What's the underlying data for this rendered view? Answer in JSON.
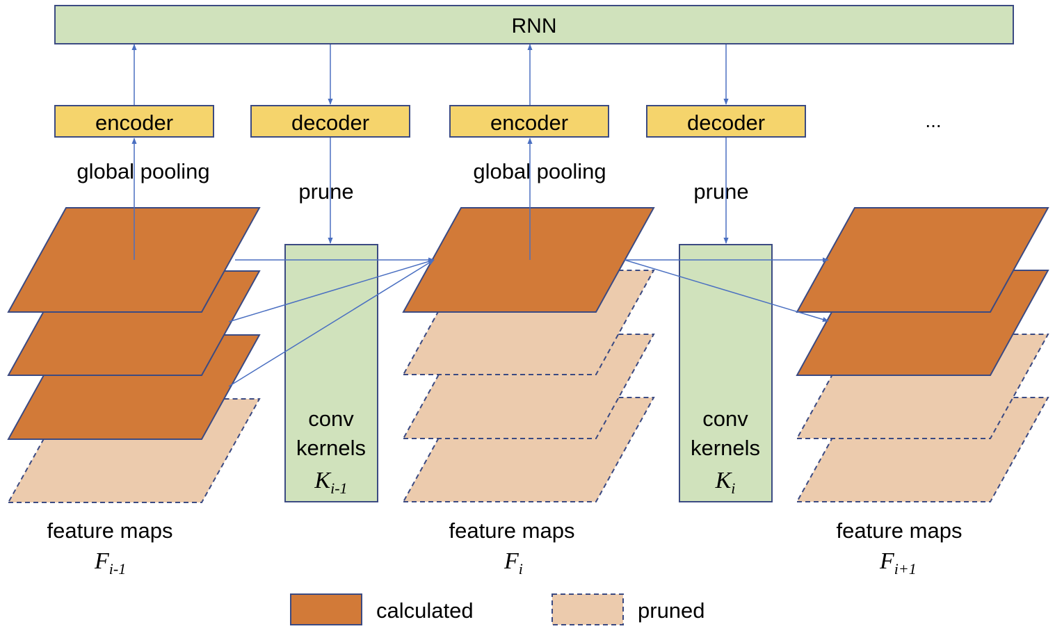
{
  "rnn": {
    "label": "RNN"
  },
  "encoders": [
    {
      "label": "encoder"
    },
    {
      "label": "encoder"
    }
  ],
  "decoders": [
    {
      "label": "decoder"
    },
    {
      "label": "decoder"
    }
  ],
  "ellipsis": "...",
  "op_labels": {
    "global_pooling_1": "global pooling",
    "global_pooling_2": "global pooling",
    "prune_1": "prune",
    "prune_2": "prune"
  },
  "kernels": [
    {
      "line1": "conv",
      "line2": "kernels",
      "symbol": "K",
      "subscript": "i-1"
    },
    {
      "line1": "conv",
      "line2": "kernels",
      "symbol": "K",
      "subscript": "i"
    }
  ],
  "feature_maps": [
    {
      "label": "feature maps",
      "symbol": "F",
      "subscript": "i-1"
    },
    {
      "label": "feature maps",
      "symbol": "F",
      "subscript": "i"
    },
    {
      "label": "feature maps",
      "symbol": "F",
      "subscript": "i+1"
    }
  ],
  "legend": {
    "calculated": "calculated",
    "pruned": "pruned"
  },
  "colors": {
    "rnn_fill": "#d0e2bc",
    "codec_fill": "#f5d46c",
    "calculated_fill": "#d27a38",
    "pruned_fill": "#eccbad",
    "border": "#3b4a82",
    "arrow": "#4a6fc1"
  }
}
